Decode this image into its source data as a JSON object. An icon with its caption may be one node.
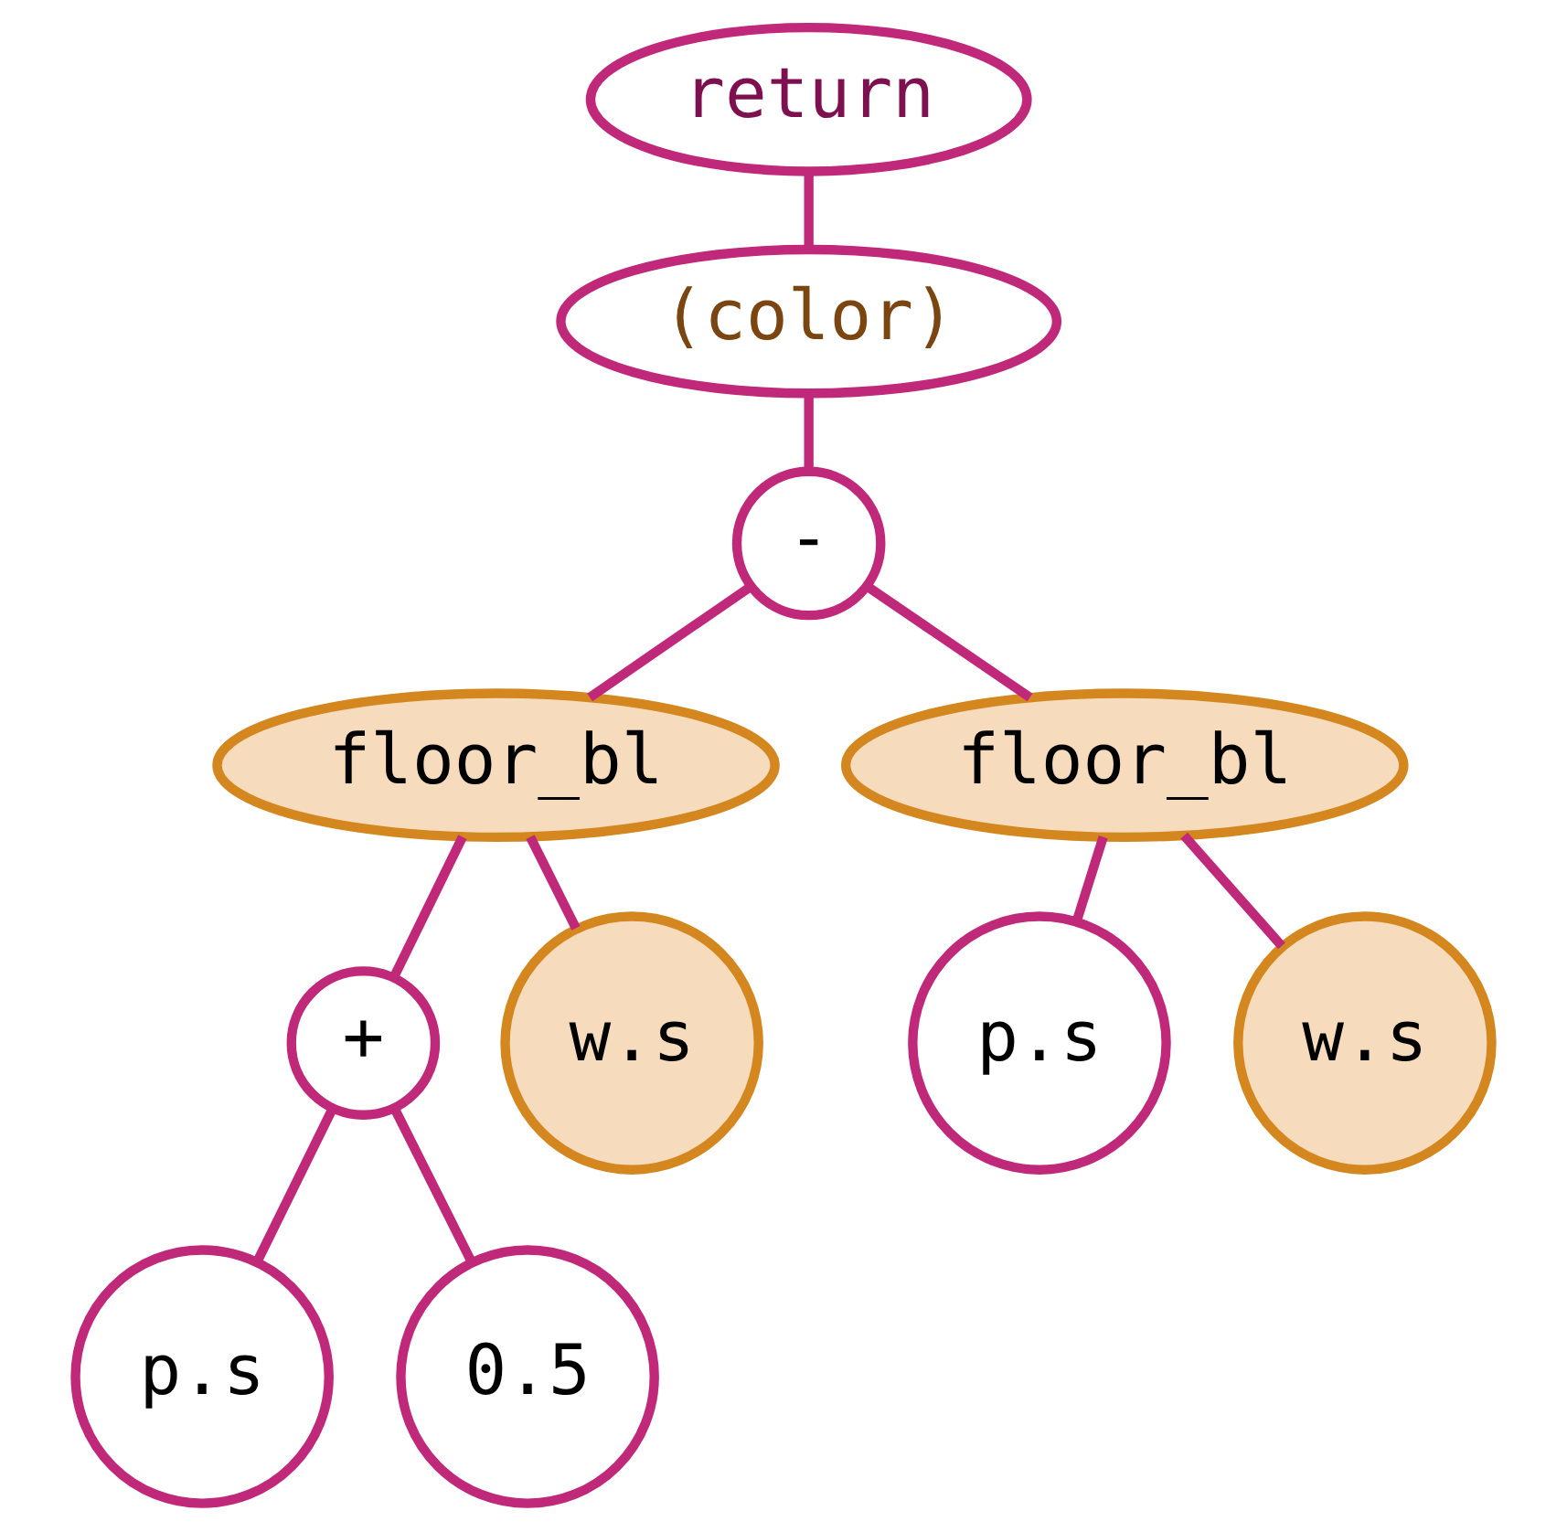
{
  "diagram": {
    "nodes": [
      {
        "text": [
          "return"
        ]
      },
      {
        "text": [
          "(color)"
        ]
      },
      {
        "text": [
          "-"
        ]
      },
      {
        "text": [
          "floor_bl"
        ]
      },
      {
        "text": [
          "+"
        ]
      },
      {
        "text": [
          "w.s"
        ]
      },
      {
        "text": [
          "p.s"
        ]
      },
      {
        "text": [
          "0.5"
        ]
      },
      {
        "text": [
          "floor_bl"
        ]
      },
      {
        "text": [
          "p.s"
        ]
      },
      {
        "text": [
          "w.s"
        ]
      }
    ],
    "edges": [
      {
        "from": 0,
        "to": 1,
        "arrow": "none"
      },
      {
        "from": 1,
        "to": 2,
        "arrow": "none"
      },
      {
        "from": 2,
        "to": 3,
        "arrow": "none"
      },
      {
        "from": 2,
        "to": 8,
        "arrow": "none"
      },
      {
        "from": 3,
        "to": 4,
        "arrow": "none"
      },
      {
        "from": 3,
        "to": 5,
        "arrow": "none"
      },
      {
        "from": 4,
        "to": 6,
        "arrow": "none"
      },
      {
        "from": 4,
        "to": 7,
        "arrow": "none"
      },
      {
        "from": 8,
        "to": 9,
        "arrow": "none"
      },
      {
        "from": 8,
        "to": 10,
        "arrow": "none"
      }
    ]
  }
}
